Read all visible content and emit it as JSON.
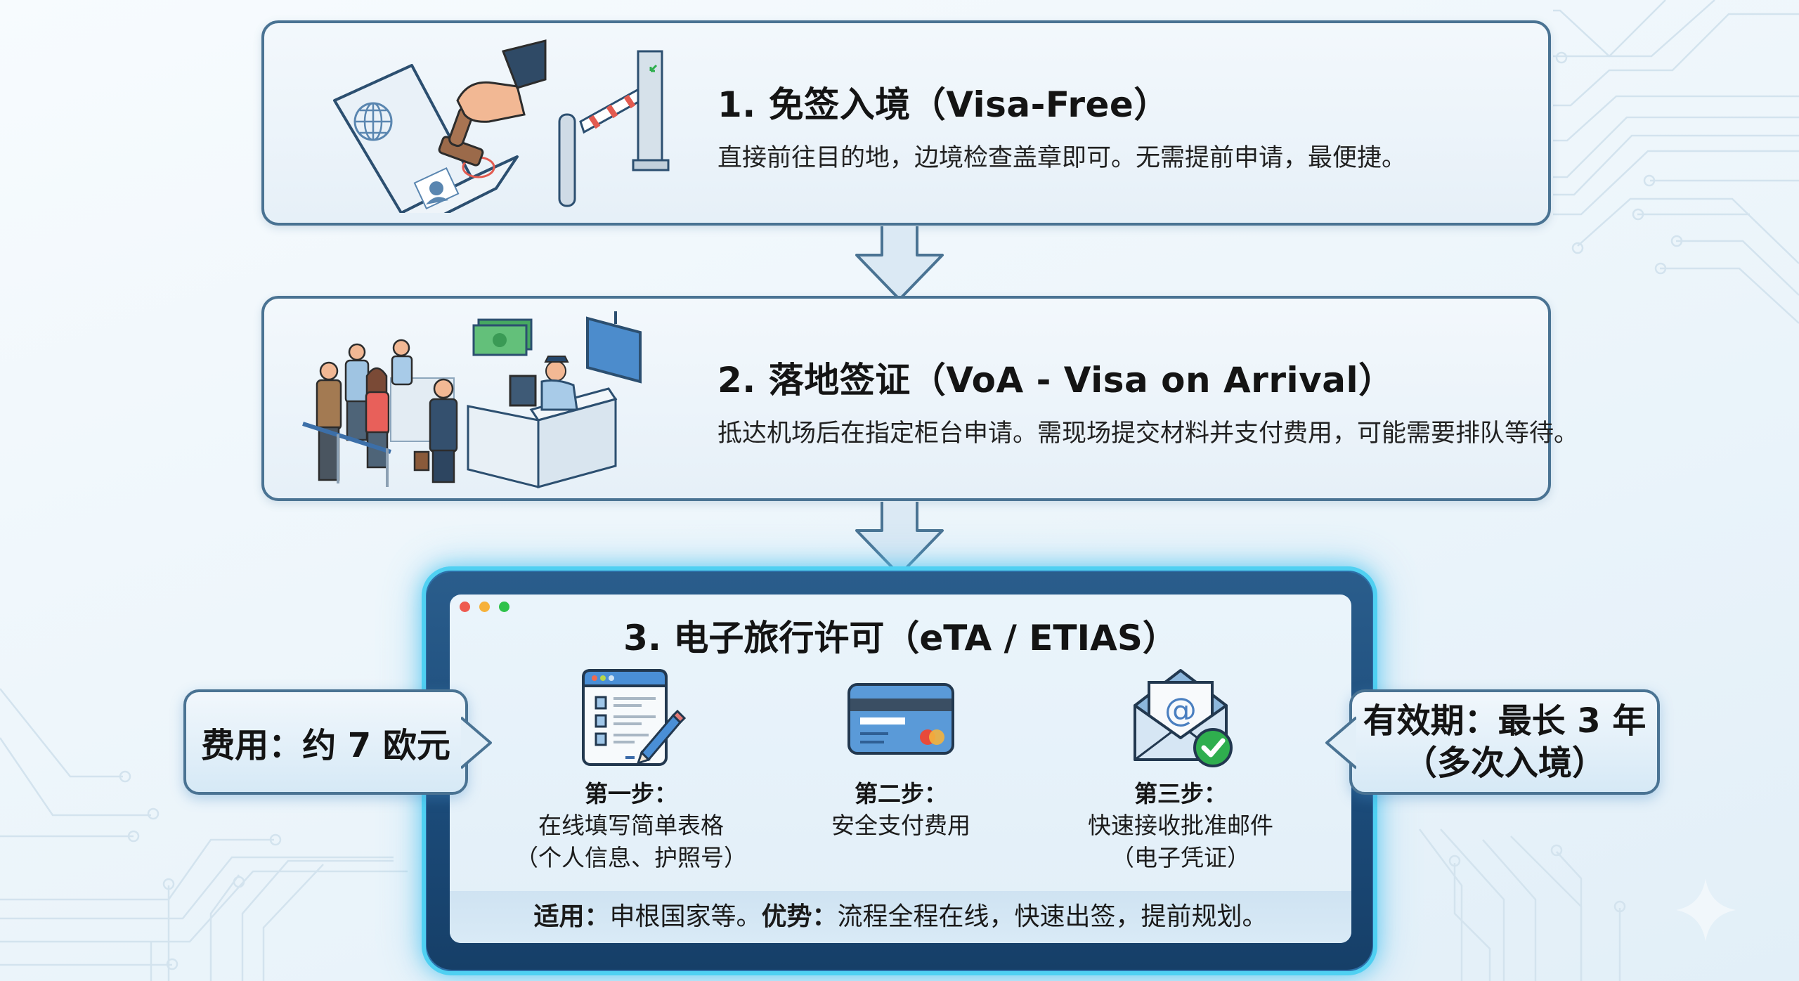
{
  "stages": [
    {
      "number": "1.",
      "title": "1. 免签入境（Visa-Free）",
      "description": "直接前往目的地，边境检查盖章即可。无需提前申请，最便捷。",
      "illustration": "passport-stamp-barrier-illustration"
    },
    {
      "number": "2.",
      "title": "2. 落地签证（VoA - Visa on Arrival）",
      "description": "抵达机场后在指定柜台申请。需现场提交材料并支付费用，可能需要排队等待。",
      "illustration": "airport-visa-counter-illustration"
    },
    {
      "number": "3.",
      "title": "3. 电子旅行许可（eTA / ETIAS）",
      "steps": [
        {
          "label": "第一步：",
          "lines": [
            "在线填写简单表格",
            "（个人信息、护照号）"
          ],
          "icon": "online-form-pencil-icon"
        },
        {
          "label": "第二步：",
          "lines": [
            "安全支付费用"
          ],
          "icon": "credit-card-icon"
        },
        {
          "label": "第三步：",
          "lines": [
            "快速接收批准邮件",
            "（电子凭证）"
          ],
          "icon": "email-approved-icon"
        }
      ],
      "footer": {
        "applicable_label": "适用：",
        "applicable_text": "申根国家等。",
        "advantage_label": "优势：",
        "advantage_text": "流程全程在线，快速出签，提前规划。"
      }
    }
  ],
  "callouts": {
    "fee": "费用：约 7 欧元",
    "validity_line1": "有效期：最长 3 年",
    "validity_line2": "（多次入境）"
  },
  "window_dots": {
    "close": "#ee5a4f",
    "minimize": "#f6b13a",
    "maximize": "#2ec24a"
  },
  "colors": {
    "card_border": "#4a7393",
    "monitor_frame": "#1f4f7f",
    "monitor_glow": "#4fd0f2",
    "accent_blue": "#4a8fd6",
    "approve_green": "#2fae4e"
  }
}
